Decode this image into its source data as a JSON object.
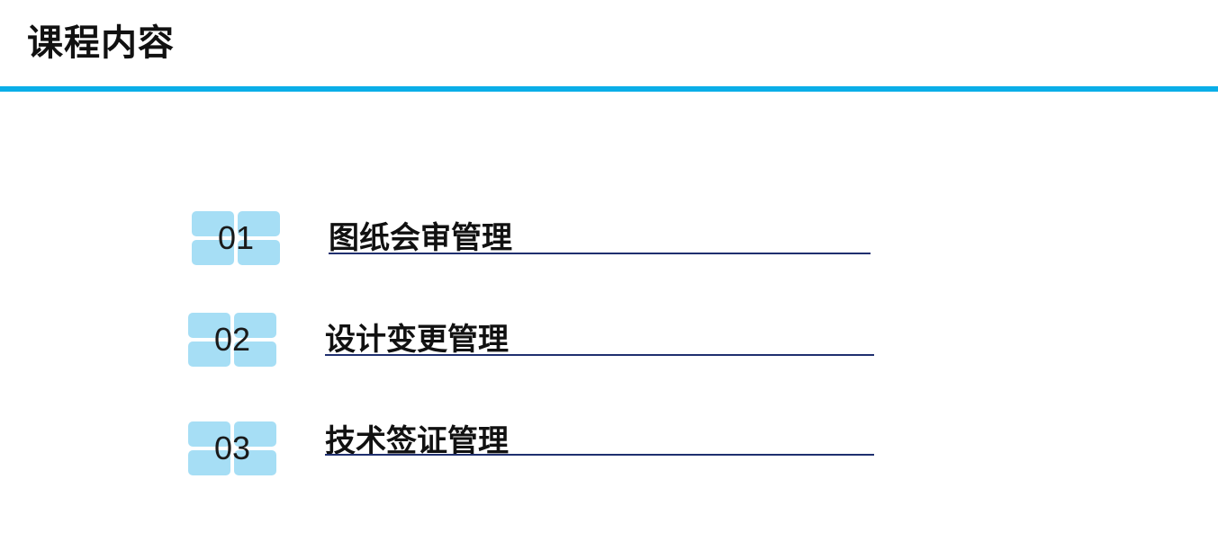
{
  "page": {
    "title": "课程内容"
  },
  "toc": {
    "items": [
      {
        "number": "01",
        "label": "图纸会审管理"
      },
      {
        "number": "02",
        "label": "设计变更管理"
      },
      {
        "number": "03",
        "label": "技术签证管理"
      }
    ]
  },
  "colors": {
    "accent": "#0aaee8",
    "badge": "#a6def5",
    "underline": "#1f2f6f"
  }
}
